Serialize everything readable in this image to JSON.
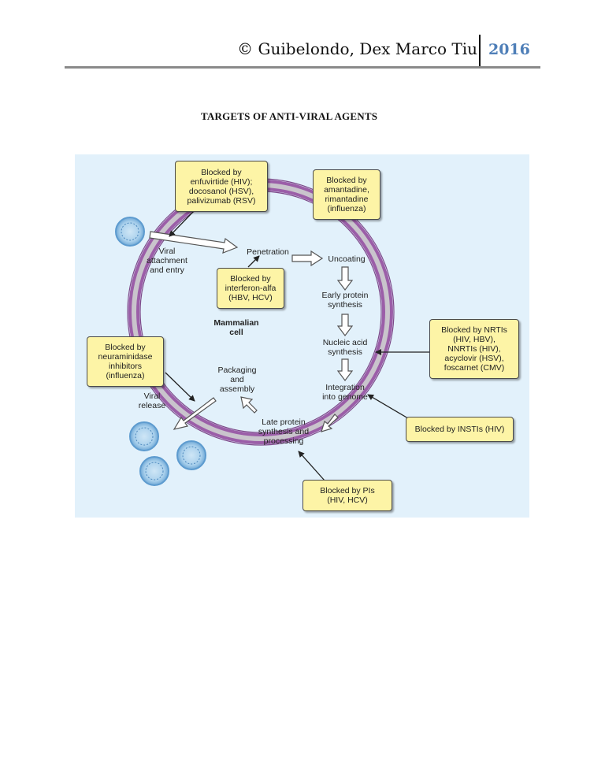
{
  "header": {
    "author": "© Guibelondo, Dex Marco Tiu",
    "year": "2016",
    "accent_color": "#4f7fb8"
  },
  "document": {
    "title": "TARGETS OF ANTI-VIRAL AGENTS"
  },
  "diagram": {
    "colors": {
      "background": "#e2f1fb",
      "membrane": "#9b5ea8",
      "membrane_inner": "#c9c4cc",
      "box_fill": "#fdf4a6",
      "virus": "#7fb6dc"
    },
    "cell_label": "Mammalian\ncell",
    "steps": {
      "attachment": "Viral\nattachment\nand entry",
      "penetration": "Penetration",
      "uncoating": "Uncoating",
      "early_protein": "Early protein\nsynthesis",
      "nucleic_acid": "Nucleic acid\nsynthesis",
      "integration": "Integration\ninto genome",
      "late_protein": "Late protein\nsynthesis and\nprocessing",
      "packaging": "Packaging\nand\nassembly",
      "release": "Viral\nrelease"
    },
    "blockers": {
      "entry": "Blocked by\nenfuvirtide (HIV);\ndocosanol (HSV),\npalivizumab (RSV)",
      "uncoating": "Blocked by\namantadine,\nrimantadine\n(influenza)",
      "penetration": "Blocked by\ninterferon-alfa\n(HBV, HCV)",
      "nucleic_acid": "Blocked by NRTIs\n(HIV, HBV),\nNNRTIs (HIV),\nacyclovir (HSV),\nfoscarnet (CMV)",
      "release": "Blocked by\nneuraminidase\ninhibitors\n(influenza)",
      "integration": "Blocked by INSTIs (HIV)",
      "late_protein": "Blocked by PIs\n(HIV, HCV)"
    }
  }
}
